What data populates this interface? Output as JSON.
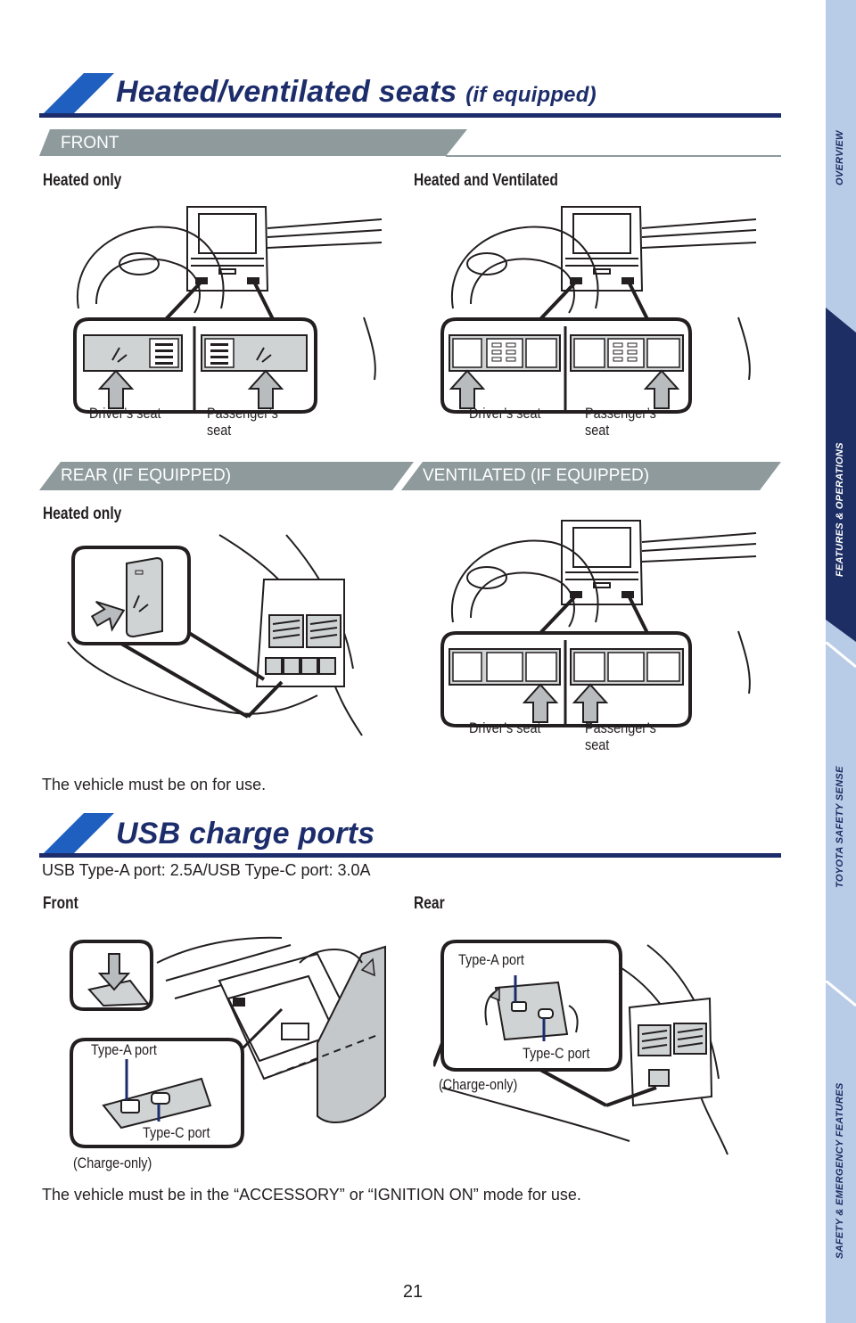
{
  "sections": {
    "seats": {
      "title": "Heated/ventilated seats",
      "title_suffix": "(if equipped)"
    },
    "usb": {
      "title": "USB charge ports"
    }
  },
  "bars": {
    "front": "FRONT",
    "rear": "REAR (IF EQUIPPED)",
    "ventilated": "VENTILATED (IF EQUIPPED)"
  },
  "captions": {
    "heated_only_front": "Heated only",
    "heated_ventilated": "Heated and Ventilated",
    "heated_only_rear": "Heated only",
    "usb_front": "Front",
    "usb_rear": "Rear"
  },
  "figure_labels": {
    "drivers_seat": "Driver’s seat",
    "passengers_seat_line1": "Passenger’s",
    "passengers_seat_line2": "seat",
    "type_a_port": "Type-A port",
    "type_c_port": "Type-C port",
    "charge_only": "(Charge-only)"
  },
  "text": {
    "seat_note": "The vehicle must be on for use.",
    "usb_spec": "USB Type-A port: 2.5A/USB Type-C port: 3.0A",
    "usb_note": "The vehicle must be in the “ACCESSORY” or “IGNITION ON” mode for use."
  },
  "side_tabs": [
    {
      "label": "OVERVIEW",
      "active": false
    },
    {
      "label": "FEATURES & OPERATIONS",
      "active": true
    },
    {
      "label": "TOYOTA SAFETY SENSE",
      "active": false
    },
    {
      "label": "SAFETY & EMERGENCY FEATURES",
      "active": false
    }
  ],
  "page_number": "21",
  "colors": {
    "navy": "#1d2d6b",
    "blue_accent": "#1f5fbf",
    "grey_bar": "#8e9a9c",
    "side_light": "#b9cce7",
    "side_active": "#1c2e63"
  }
}
